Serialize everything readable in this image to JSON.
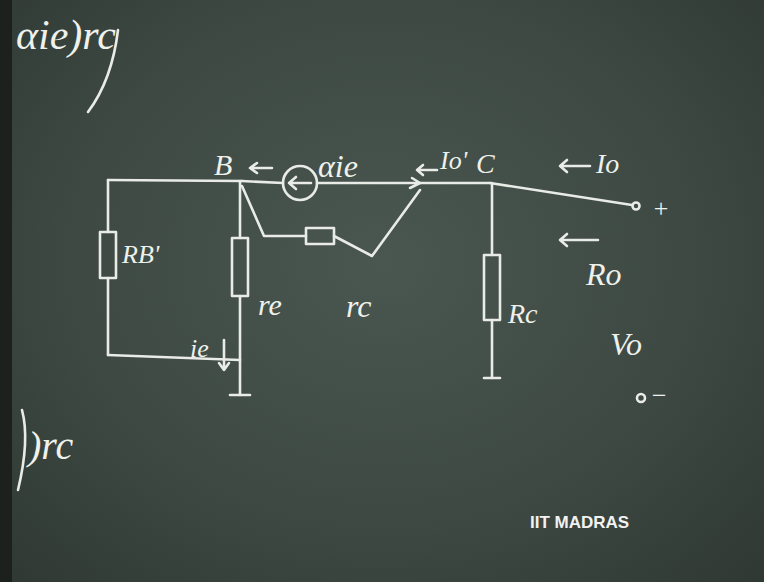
{
  "diagram": {
    "labels": [
      "αie)rc",
      "B",
      "αie",
      "Io'",
      "C",
      "Io",
      "+",
      "RB'",
      "re",
      "ie",
      "rc",
      "Rc",
      "Ro",
      "Vo",
      "−",
      ")rc",
      "IIT MADRAS"
    ]
  }
}
